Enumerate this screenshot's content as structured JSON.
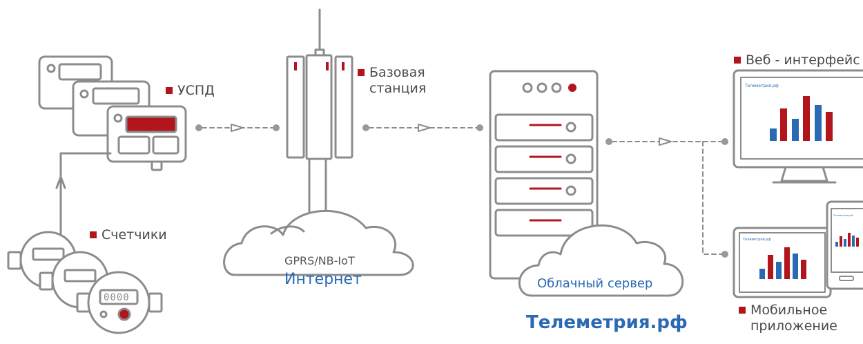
{
  "labels": {
    "uspd": "УСПД",
    "counters": "Счетчики",
    "base_station_line1": "Базовая",
    "base_station_line2": "станция",
    "web_interface": "Веб - интерфейс",
    "mobile_line1": "Мобильное",
    "mobile_line2": "приложение"
  },
  "clouds": {
    "network_line1": "GPRS/NB-IoT",
    "network_line2": "Интернет",
    "server": "Облачный сервер"
  },
  "brand": "Телеметрия.рф",
  "screens": {
    "monitor_title": "Телеметрия.рф",
    "tablet_title": "Телеметрия.рф",
    "phone_title": "Телеметрия.рф"
  },
  "meters": {
    "digits": "0000"
  },
  "colors": {
    "accent_red": "#b2151c",
    "brand_blue": "#2a69b3",
    "outline": "#8a8a8a"
  }
}
